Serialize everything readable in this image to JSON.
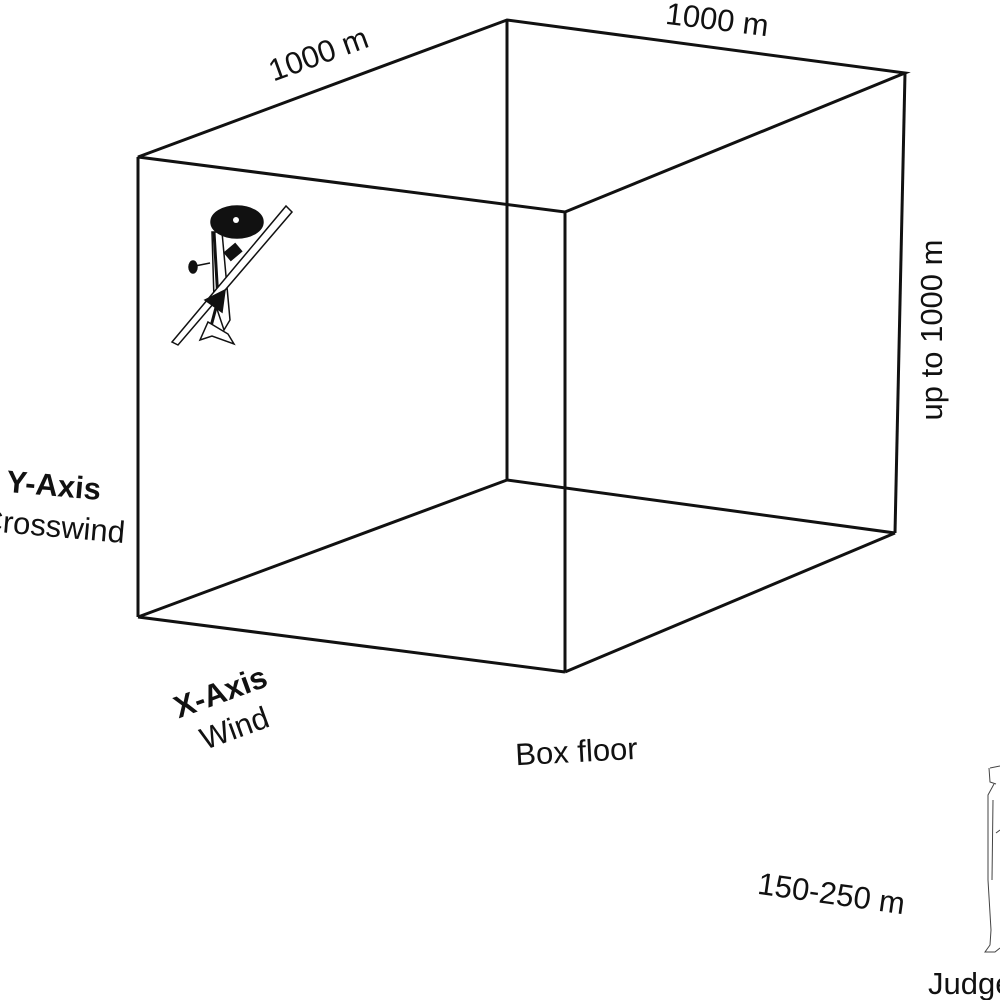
{
  "labels": {
    "width_top_left": "1000 m",
    "width_top_right": "1000 m",
    "height": "up to 1000 m",
    "y_axis_title": "Y-Axis",
    "y_axis_sub": "Crosswind",
    "x_axis_title": "X-Axis",
    "x_axis_sub": "Wind",
    "box_floor": "Box floor",
    "judge_distance": "150-250 m",
    "judge": "Judge"
  },
  "colors": {
    "line": "#111111",
    "background": "#ffffff"
  }
}
